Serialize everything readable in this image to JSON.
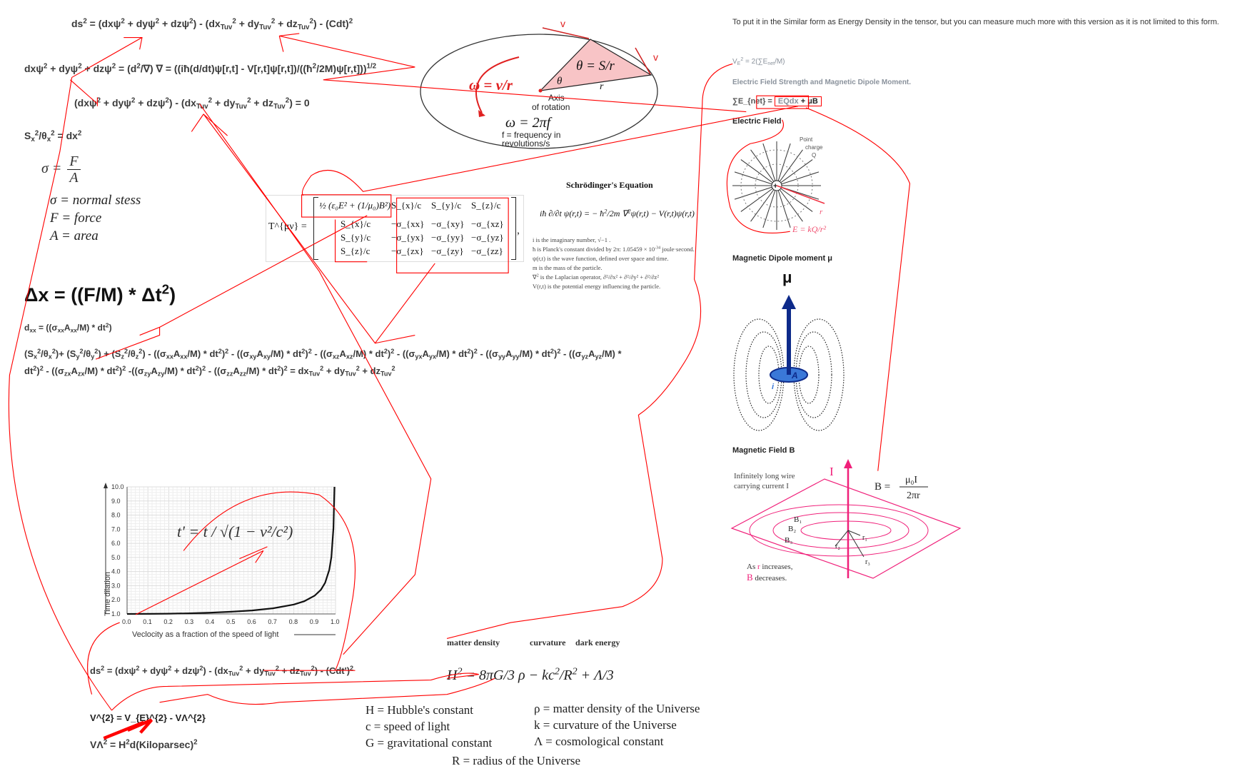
{
  "equations": {
    "ds_top": "ds^{2}  = (dxψ^{2} + dyψ^{2} + dzψ^{2}) - (dx_{Tuv}^{2} + dy_{Tuv}^{2} + dz_{Tuv}^{2}) - (Cdt)^{2}",
    "psi_nabla": "dxψ^{2} + dyψ^{2} + dzψ^{2} =  (d^{2}/∇)    ∇ = ((iħ(d/dt)ψ[r,t] - V[r,t]ψ[r,t])/((ħ^{2}/2M)ψ[r,t]))^{1/2}",
    "zero_eq": "(dxψ^{2} + dyψ^{2} + dzψ^{2}) - (dx_{Tuv}^{2} + dy_{Tuv}^{2} + dz_{Tuv}^{2}) = 0",
    "s_theta": "S_{x}^{2}/θ_{x}^{2} = dx^{2}",
    "delta_x": "Δx = ((F/M) * Δt^{2})",
    "dxx": "d_{xx} = ((σ_{xx}A_{xx}/M) * dt^{2})",
    "long_line1": "(S_{x}^{2}/θ_{x}^{2})+ (S_{y}^{2}/θ_{y}^{2}) + (S_{z}^{2}/θ_{z}^{2}) - ((σ_{xx}A_{xx}/M) * dt^{2})^{2}  - ((σ_{xy}A_{xy}/M) * dt^{2})^{2}  - ((σ_{xz}A_{xz}/M) * dt^{2})^{2} - ((σ_{yx}A_{yx}/M) * dt^{2})^{2}  - ((σ_{yy}A_{yy}/M) * dt^{2})^{2}  - ((σ_{yz}A_{yz}/M) *",
    "long_line2": "dt^{2})^{2}  - ((σ_{zx}A_{zx}/M) * dt^{2})^{2}  -((σ_{zy}A_{zy}/M) * dt^{2})^{2}  - ((σ_{zz}A_{zz}/M) * dt^{2})^{2}  = dx_{Tuv}^{2} + dy_{Tuv}^{2} + dz_{Tuv}^{2}",
    "ds_bottom": "ds^{2}  = (dxψ^{2} + dyψ^{2} + dzψ^{2}) - (dx_{Tuv}^{2} + dy_{Tuv}^{2} + dz_{Tuv}^{2}) - (Cdt')^{2}",
    "v_squared": "V^{2} = V_{E}^{2} - VΛ^{2}",
    "v_lambda": "VΛ^{2} = H^{2}d(Kiloparsec)^{2}"
  },
  "stress": {
    "lhs": "σ =",
    "num": "F",
    "den": "A",
    "defs": [
      "σ = normal stess",
      "F = force",
      "A = area"
    ]
  },
  "rotation": {
    "theta_eq": "θ = S/r",
    "theta": "θ",
    "r": "r",
    "v1": "v",
    "v2": "v",
    "omega_v": "ω = v/r",
    "axis1": "Axis",
    "axis2": "of rotation",
    "omega_f": "ω = 2πf",
    "freq1": "f = frequency in",
    "freq2": "revolutions/s"
  },
  "tensor": {
    "lhs": "T^{μν} =",
    "energy": "½ (ε₀E² + (1/μ₀)B²)",
    "top_row": [
      "S_{x}/c",
      "S_{y}/c",
      "S_{z}/c"
    ],
    "left_col": [
      "S_{x}/c",
      "S_{y}/c",
      "S_{z}/c"
    ],
    "stress": [
      [
        "−σ_{xx}",
        "−σ_{xy}",
        "−σ_{xz}"
      ],
      [
        "−σ_{yx}",
        "−σ_{yy}",
        "−σ_{yz}"
      ],
      [
        "−σ_{zx}",
        "−σ_{zy}",
        "−σ_{zz}"
      ]
    ],
    "comma": ","
  },
  "schrodinger": {
    "title": "Schrödinger's Equation",
    "equation": "iħ ∂/∂t ψ(r,t) = − ħ^{2}/2m ∇^{2}ψ(r,t) − V(r,t)ψ(r,t)",
    "notes": [
      "i is the imaginary number, √−1 .",
      "ħ is Planck's constant divided by 2π:  1.05459 × 10^{-34} joule·second.",
      "ψ(r,t) is the wave function, defined over space and time.",
      "m is the mass of the particle.",
      "∇^{2} is the Laplacian operator, ∂²/∂x² + ∂²/∂y² + ∂²/∂z²",
      "V(r,t) is the potential energy influencing the particle."
    ]
  },
  "right_panel": {
    "header": "To put it in the Similar form as Energy Density in the tensor, but you can measure much more with this version as it is not limited to this form.",
    "ve_eq": "V_{E}^{2}  = 2(∑E_{net}/M)",
    "subtitle": "Electric Field Strength and Magnetic Dipole Moment.",
    "enet_lhs": "∑E_{net}  =",
    "enet_rhs_a": "EQdx",
    "enet_rhs_b": " + μB",
    "electric_field": "Electric Field",
    "point_charge": [
      "Point",
      "charge",
      "Q"
    ],
    "r_label": "r",
    "coulomb": "E = kQ/r²",
    "dipole_title": "Magnetic Dipole moment μ",
    "mu": "μ",
    "dipole_A": "A",
    "dipole_i": "i",
    "field_b_title": "Magnetic Field B",
    "wire_label1": "Infinitely long wire",
    "wire_label2": "carrying current I",
    "current_I": "I",
    "b_formula_lhs": "B =",
    "b_formula_num": "μ₀I",
    "b_formula_den": "2πr",
    "b_labels": [
      "B₁",
      "B₂",
      "B₃"
    ],
    "r_labels": [
      "r₁",
      "r₂",
      "r₃"
    ],
    "increase_a": "As ",
    "increase_r": "r",
    "increase_b": " increases,",
    "decrease_B": "B",
    "decrease_b": " decreases."
  },
  "friedmann": {
    "labels": [
      "matter density",
      "curvature",
      "dark energy"
    ],
    "equation": "H^{2} = 8πG/3 ρ − kc^{2}/R^{2} + Λ/3",
    "defs_left": [
      "H = Hubble's constant",
      "c  = speed of light",
      "G = gravitational constant"
    ],
    "defs_right": [
      "ρ = matter density of the Universe",
      "k = curvature of the Universe",
      "Λ = cosmological constant"
    ],
    "defs_bottom": "R = radius of the Universe"
  },
  "chart_data": {
    "type": "line",
    "title": "",
    "formula": "t' = t / √(1 − v²/c²)",
    "xlabel": "Veclocity as a fraction of the speed of light",
    "ylabel": "Time dilation",
    "xlim": [
      0,
      1
    ],
    "ylim": [
      1,
      10
    ],
    "xticks": [
      "0.0",
      "0.1",
      "0.2",
      "0.3",
      "0.4",
      "0.5",
      "0.6",
      "0.7",
      "0.8",
      "0.9",
      "1.0"
    ],
    "yticks": [
      "1.0",
      "2.0",
      "3.0",
      "4.0",
      "5.0",
      "6.0",
      "7.0",
      "8.0",
      "9.0",
      "10.0"
    ],
    "grid": true,
    "series": [
      {
        "name": "time dilation",
        "x": [
          0,
          0.1,
          0.2,
          0.3,
          0.4,
          0.5,
          0.6,
          0.7,
          0.8,
          0.85,
          0.9,
          0.93,
          0.95,
          0.97,
          0.98,
          0.99,
          0.995
        ],
        "y": [
          1.0,
          1.005,
          1.02,
          1.048,
          1.091,
          1.155,
          1.25,
          1.4,
          1.667,
          1.898,
          2.294,
          2.72,
          3.203,
          4.113,
          5.025,
          7.089,
          10.0
        ]
      }
    ]
  },
  "colors": {
    "annotation": "#ff0000",
    "pink": "#f0207a",
    "dipole": "#0d2a8a"
  }
}
